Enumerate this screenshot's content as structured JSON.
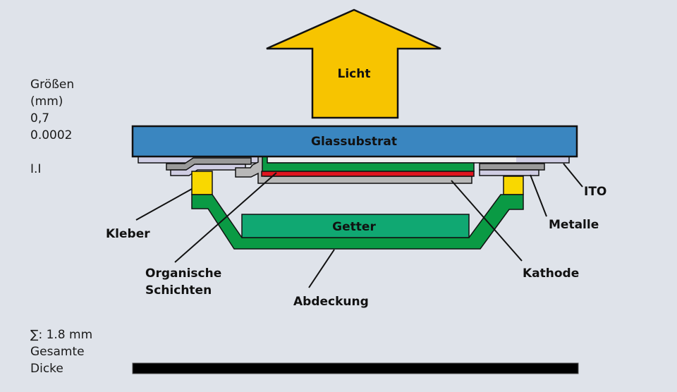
{
  "sizes_panel": {
    "heading_line1": "Größen",
    "heading_line2": "(mm)",
    "value_glass": "0,7",
    "value_organic": "0.0002",
    "value_cover": "I.I"
  },
  "total_panel": {
    "sum_line": "∑: 1.8 mm",
    "label_line1": "Gesamte",
    "label_line2": "Dicke"
  },
  "layers": {
    "light": "Licht",
    "glass_substrate": "Glassubstrat",
    "getter": "Getter"
  },
  "callouts": {
    "ito": "ITO",
    "metals": "Metalle",
    "adhesive": "Kleber",
    "organic_line1": "Organische",
    "organic_line2": "Schichten",
    "cathode": "Kathode",
    "cover": "Abdeckung"
  },
  "colors": {
    "background": "#dfe3ea",
    "light_arrow": "#f7c400",
    "glass": "#3a86c0",
    "ito": "#cfcde3",
    "metal": "#9a9a9a",
    "adhesive": "#f9d800",
    "cover": "#0a9a44",
    "getter": "#10a872",
    "cathode": "#e0141e",
    "organic_green": "#0a9a44",
    "cathode_backing": "#b8b8b8",
    "scale_bar": "#000000"
  }
}
